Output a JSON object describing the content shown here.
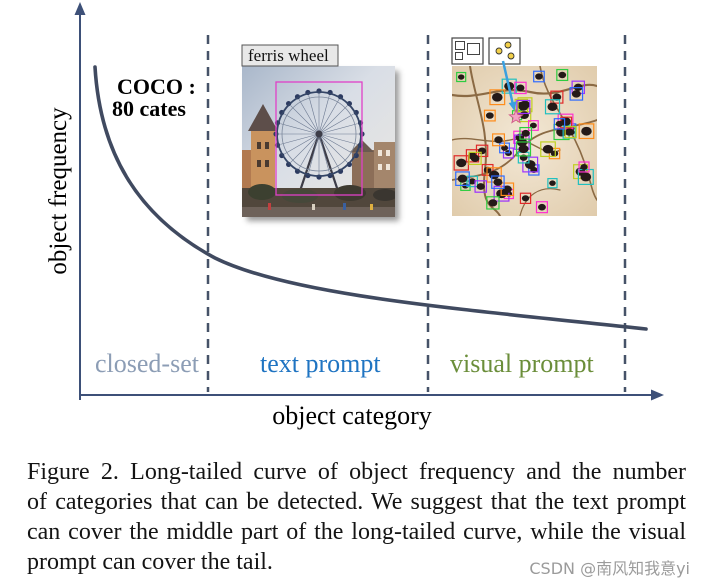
{
  "figure": {
    "y_axis_label": "object frequency",
    "x_axis_label": "object category",
    "coco_label": {
      "line1": "COCO :",
      "line2": "80 cates"
    },
    "regions": [
      {
        "label": "closed-set",
        "color": "#8c9db5"
      },
      {
        "label": "text prompt",
        "color": "#1f74c2"
      },
      {
        "label": "visual prompt",
        "color": "#6b8e3a"
      }
    ],
    "text_prompt_example": {
      "tag": "ferris wheel",
      "box_color": "#e040c8"
    },
    "visual_prompt_example": {
      "icons": [
        "box-prompt-icon",
        "point-prompt-icon"
      ],
      "arrow_color": "#3aa0e0",
      "target_icon": "star-icon"
    },
    "axis_color": "#3d5078",
    "curve_color": "#404a60",
    "divider_color": "#465268"
  },
  "caption": {
    "lines": [
      "Figure 2. Long-tailed curve of object frequency and the number",
      "of categories that can be detected. We suggest that the text prompt",
      "can cover the middle part of the long-tailed curve, while the visual",
      "prompt can cover the tail."
    ]
  },
  "watermark": "CSDN @南风知我意yi"
}
